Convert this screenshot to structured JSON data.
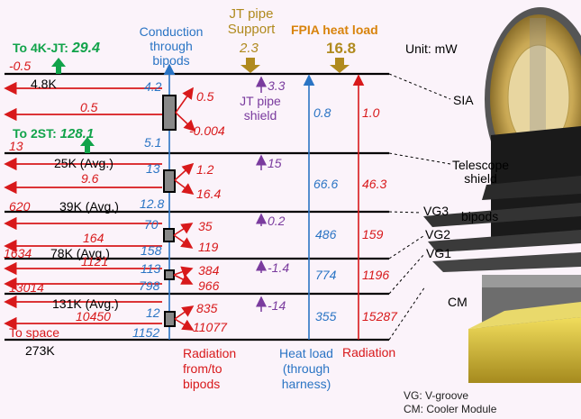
{
  "headers": {
    "conduction": [
      "Conduction",
      "through",
      "bipods"
    ],
    "jt_support": [
      "JT pipe",
      "Support"
    ],
    "jt_support_val": "2.3",
    "fpia": "FPIA heat load",
    "fpia_val": "16.8",
    "unit": "Unit: mW",
    "jt_shield": [
      "JT pipe",
      "shield"
    ],
    "jt_shield_val": "3.3"
  },
  "stages": {
    "s1": "4.8K",
    "s2": "25K (Avg.)",
    "s3": "39K (Avg.)",
    "s4": "78K (Avg.)",
    "s5": "131K (Avg.)",
    "s6": "273K"
  },
  "green": {
    "k4": "To 4K-JT: ",
    "k4_val": "29.4",
    "st2": "To 2ST: ",
    "st2_val": "128.1"
  },
  "left_red": [
    "-0.5",
    "0.5",
    "13",
    "9.6",
    "620",
    "164",
    "1634",
    "1121",
    "13014",
    "10450"
  ],
  "to_space": "To space",
  "bipod_blue": [
    "4.2",
    "5.1",
    "13",
    "12.8",
    "70",
    "158",
    "113",
    "798",
    "12",
    "1152"
  ],
  "bipod_red": [
    "0.5",
    "-0.004",
    "1.2",
    "16.4",
    "35",
    "119",
    "384",
    "966",
    "835",
    "11077"
  ],
  "shield_pur": [
    "15",
    "0.2",
    "-1.4",
    "-14"
  ],
  "harness_blue": [
    "0.8",
    "66.6",
    "486",
    "774",
    "355"
  ],
  "radiation_red": [
    "1.0",
    "46.3",
    "159",
    "1196",
    "15287"
  ],
  "bottom": {
    "radiation_bipods": [
      "Radiation",
      "from/to",
      "bipods"
    ],
    "heat_load": [
      "Heat load",
      "(through",
      "harness)"
    ],
    "radiation": "Radiation"
  },
  "right": {
    "sia": "SIA",
    "tel": [
      "Telescope",
      "shield"
    ],
    "vg3": "VG3",
    "bipods": "bipods",
    "vg2": "VG2",
    "vg1": "VG1",
    "cm": "CM",
    "legend1": "VG: V-groove",
    "legend2": "CM: Cooler Module"
  },
  "colors": {
    "red": "#d8191b",
    "blue": "#2a74c4",
    "purple": "#7a3b9e",
    "green": "#11a34a",
    "gold": "#b08a1e"
  }
}
